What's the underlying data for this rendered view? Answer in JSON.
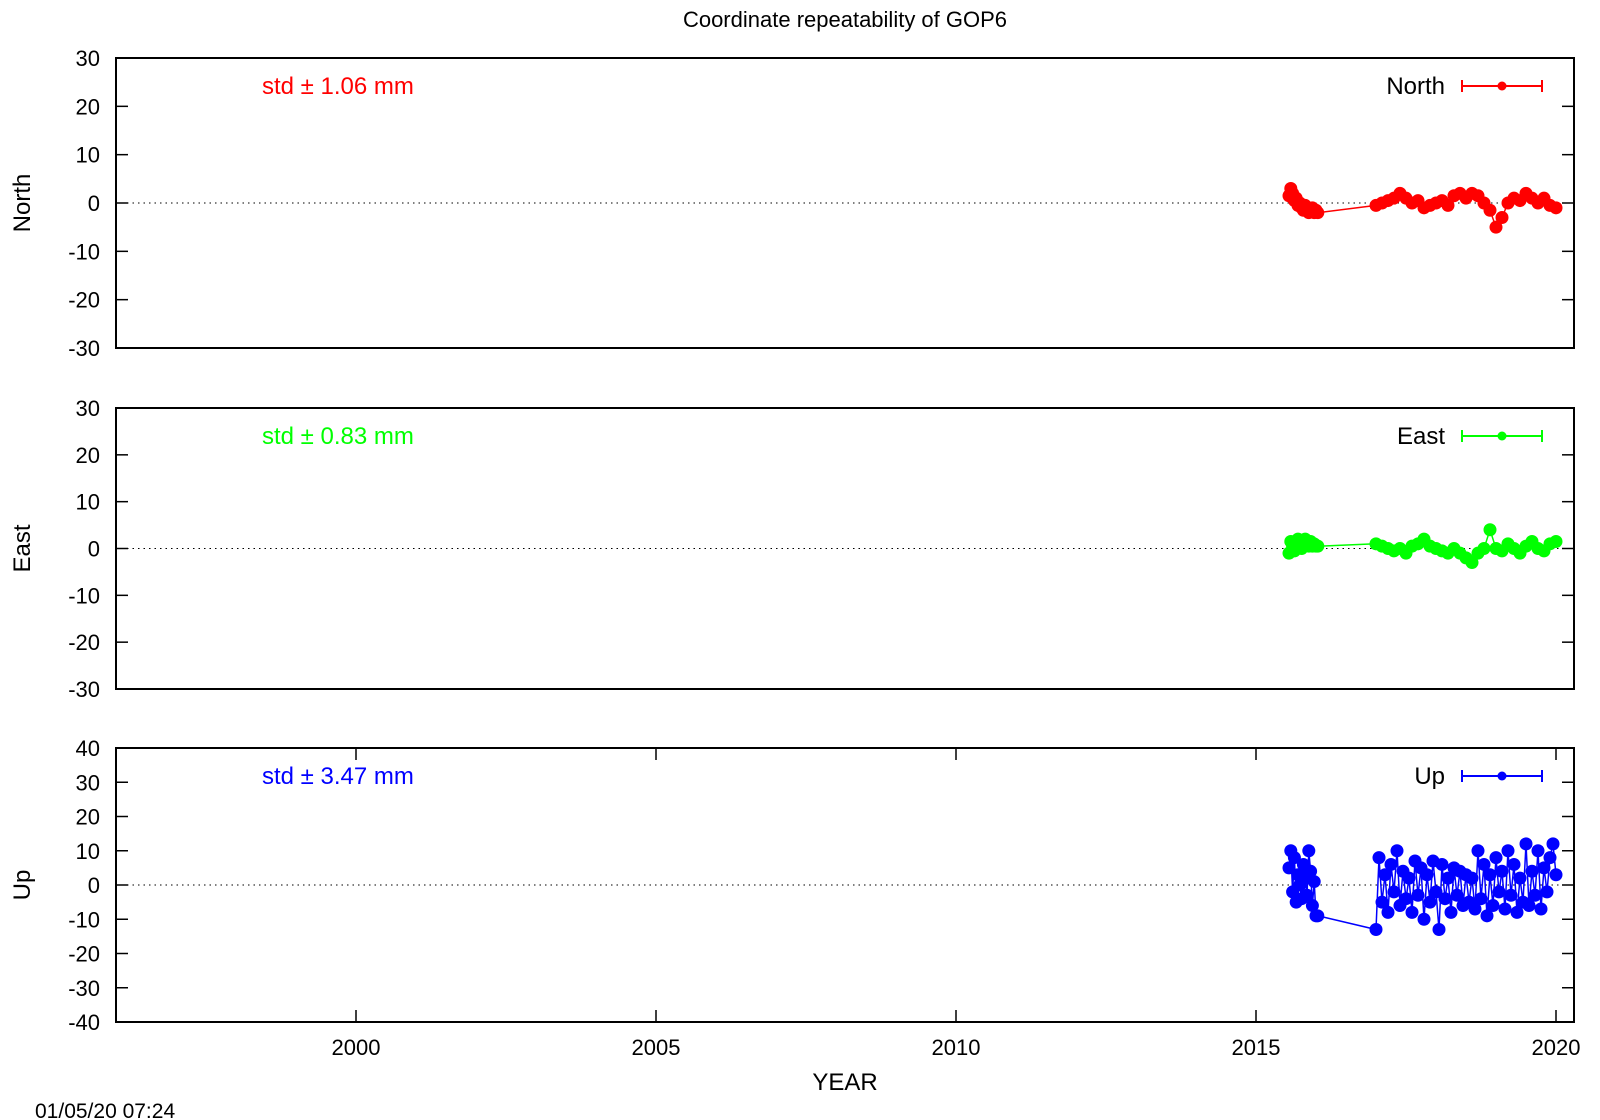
{
  "title": "Coordinate repeatability of GOP6",
  "timestamp": "01/05/20 07:24",
  "chart_data": [
    {
      "type": "line",
      "component": "North",
      "ylabel": "North",
      "legend": "North",
      "color": "#ff0000",
      "std_text": "std ± 1.06 mm",
      "ylim": [
        -30,
        30
      ],
      "yticks": [
        "30",
        "20",
        "10",
        "0",
        "-10",
        "-20",
        "-30"
      ],
      "xlim": [
        1996,
        2020.3
      ],
      "x": [
        2015.55,
        2015.58,
        2015.61,
        2015.64,
        2015.67,
        2015.7,
        2015.73,
        2015.76,
        2015.79,
        2015.82,
        2015.85,
        2015.88,
        2015.91,
        2015.94,
        2015.97,
        2016.0,
        2016.03,
        2017.0,
        2017.1,
        2017.2,
        2017.3,
        2017.4,
        2017.5,
        2017.6,
        2017.7,
        2017.8,
        2017.9,
        2018.0,
        2018.1,
        2018.2,
        2018.3,
        2018.4,
        2018.5,
        2018.6,
        2018.7,
        2018.8,
        2018.9,
        2019.0,
        2019.1,
        2019.2,
        2019.3,
        2019.4,
        2019.5,
        2019.6,
        2019.7,
        2019.8,
        2019.9,
        2020.0
      ],
      "y": [
        1.5,
        3.0,
        2.0,
        0.5,
        1.0,
        -0.5,
        0.0,
        -1.0,
        -1.5,
        -0.5,
        -1.0,
        -2.0,
        -1.5,
        -1.0,
        -2.0,
        -1.5,
        -2.0,
        -0.5,
        0.0,
        0.5,
        1.0,
        2.0,
        1.0,
        0.0,
        0.5,
        -1.0,
        -0.5,
        0.0,
        0.5,
        -0.5,
        1.5,
        2.0,
        1.0,
        2.0,
        1.5,
        0.0,
        -1.5,
        -5.0,
        -3.0,
        0.0,
        1.0,
        0.5,
        2.0,
        1.0,
        0.0,
        1.0,
        -0.5,
        -1.0
      ]
    },
    {
      "type": "line",
      "component": "East",
      "ylabel": "East",
      "legend": "East",
      "color": "#00ff00",
      "std_text": "std ± 0.83 mm",
      "ylim": [
        -30,
        30
      ],
      "yticks": [
        "30",
        "20",
        "10",
        "0",
        "-10",
        "-20",
        "-30"
      ],
      "xlim": [
        1996,
        2020.3
      ],
      "x": [
        2015.55,
        2015.58,
        2015.61,
        2015.64,
        2015.67,
        2015.7,
        2015.73,
        2015.76,
        2015.79,
        2015.82,
        2015.85,
        2015.88,
        2015.91,
        2015.94,
        2015.97,
        2016.0,
        2016.03,
        2017.0,
        2017.1,
        2017.2,
        2017.3,
        2017.4,
        2017.5,
        2017.6,
        2017.7,
        2017.8,
        2017.9,
        2018.0,
        2018.1,
        2018.2,
        2018.3,
        2018.4,
        2018.5,
        2018.6,
        2018.7,
        2018.8,
        2018.9,
        2019.0,
        2019.1,
        2019.2,
        2019.3,
        2019.4,
        2019.5,
        2019.6,
        2019.7,
        2019.8,
        2019.9,
        2020.0
      ],
      "y": [
        -1.0,
        1.5,
        0.5,
        -0.5,
        1.0,
        2.0,
        1.0,
        0.0,
        1.5,
        2.0,
        1.0,
        0.5,
        1.5,
        0.5,
        1.0,
        0.5,
        0.5,
        1.0,
        0.5,
        0.0,
        -0.5,
        0.0,
        -1.0,
        0.5,
        1.0,
        2.0,
        0.5,
        0.0,
        -0.5,
        -1.0,
        0.0,
        -1.0,
        -2.0,
        -3.0,
        -1.0,
        0.0,
        4.0,
        0.0,
        -0.5,
        1.0,
        0.0,
        -1.0,
        0.5,
        1.5,
        0.0,
        -0.5,
        1.0,
        1.5
      ]
    },
    {
      "type": "line",
      "component": "Up",
      "ylabel": "Up",
      "legend": "Up",
      "color": "#0000ff",
      "std_text": "std ± 3.47 mm",
      "ylim": [
        -40,
        40
      ],
      "yticks": [
        "40",
        "30",
        "20",
        "10",
        "0",
        "-10",
        "-20",
        "-30",
        "-40"
      ],
      "xlim": [
        1996,
        2020.3
      ],
      "xlabel": "YEAR",
      "xticks": [
        "2000",
        "2005",
        "2010",
        "2015",
        "2020"
      ],
      "x": [
        2015.55,
        2015.58,
        2015.61,
        2015.64,
        2015.67,
        2015.7,
        2015.73,
        2015.76,
        2015.79,
        2015.82,
        2015.85,
        2015.88,
        2015.91,
        2015.94,
        2015.97,
        2016.0,
        2016.03,
        2017.0,
        2017.05,
        2017.1,
        2017.15,
        2017.2,
        2017.25,
        2017.3,
        2017.35,
        2017.4,
        2017.45,
        2017.5,
        2017.55,
        2017.6,
        2017.65,
        2017.7,
        2017.75,
        2017.8,
        2017.85,
        2017.9,
        2017.95,
        2018.0,
        2018.05,
        2018.1,
        2018.15,
        2018.2,
        2018.25,
        2018.3,
        2018.35,
        2018.4,
        2018.45,
        2018.5,
        2018.55,
        2018.6,
        2018.65,
        2018.7,
        2018.75,
        2018.8,
        2018.85,
        2018.9,
        2018.95,
        2019.0,
        2019.05,
        2019.1,
        2019.15,
        2019.2,
        2019.25,
        2019.3,
        2019.35,
        2019.4,
        2019.45,
        2019.5,
        2019.55,
        2019.6,
        2019.65,
        2019.7,
        2019.75,
        2019.8,
        2019.85,
        2019.9,
        2019.95,
        2020.0
      ],
      "y": [
        5,
        10,
        -2,
        8,
        -5,
        3,
        0,
        -4,
        6,
        2,
        -3,
        10,
        4,
        -6,
        1,
        -9,
        -9,
        -13,
        8,
        -5,
        3,
        -8,
        6,
        -2,
        10,
        -6,
        4,
        -4,
        2,
        -8,
        7,
        -3,
        5,
        -10,
        3,
        -5,
        7,
        -2,
        -13,
        6,
        -4,
        2,
        -8,
        5,
        -3,
        4,
        -6,
        3,
        -5,
        2,
        -7,
        10,
        -4,
        6,
        -9,
        3,
        -6,
        8,
        -2,
        4,
        -7,
        10,
        -3,
        6,
        -8,
        2,
        -5,
        12,
        -6,
        4,
        -3,
        10,
        -7,
        5,
        -2,
        8,
        12,
        3
      ]
    }
  ]
}
